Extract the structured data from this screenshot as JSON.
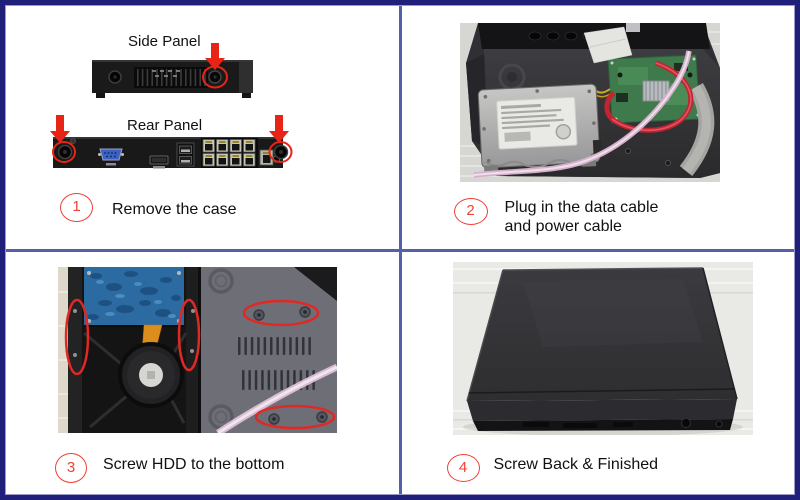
{
  "q1": {
    "side_panel_label": "Side Panel",
    "rear_panel_label": "Rear Panel",
    "step_number": "1",
    "step_label": "Remove the case"
  },
  "q2": {
    "step_number": "2",
    "step_label_line1": "Plug in the data cable",
    "step_label_line2": "and power cable"
  },
  "q3": {
    "step_number": "3",
    "step_label": "Screw HDD to the bottom"
  },
  "q4": {
    "step_number": "4",
    "step_label": "Screw Back & Finished"
  },
  "colors": {
    "frame_border": "#20207a",
    "inner_frame_line": "#9a9ac8",
    "divider": "#5560a8",
    "accent_red": "#e82417",
    "step_badge_red": "#ef4136",
    "text": "#1a1a1a",
    "background": "#ffffff"
  },
  "icons": {
    "arrows": "red-arrow-down-icon",
    "highlights": "screw-highlight-ellipse",
    "badges": "step-number-badge"
  }
}
